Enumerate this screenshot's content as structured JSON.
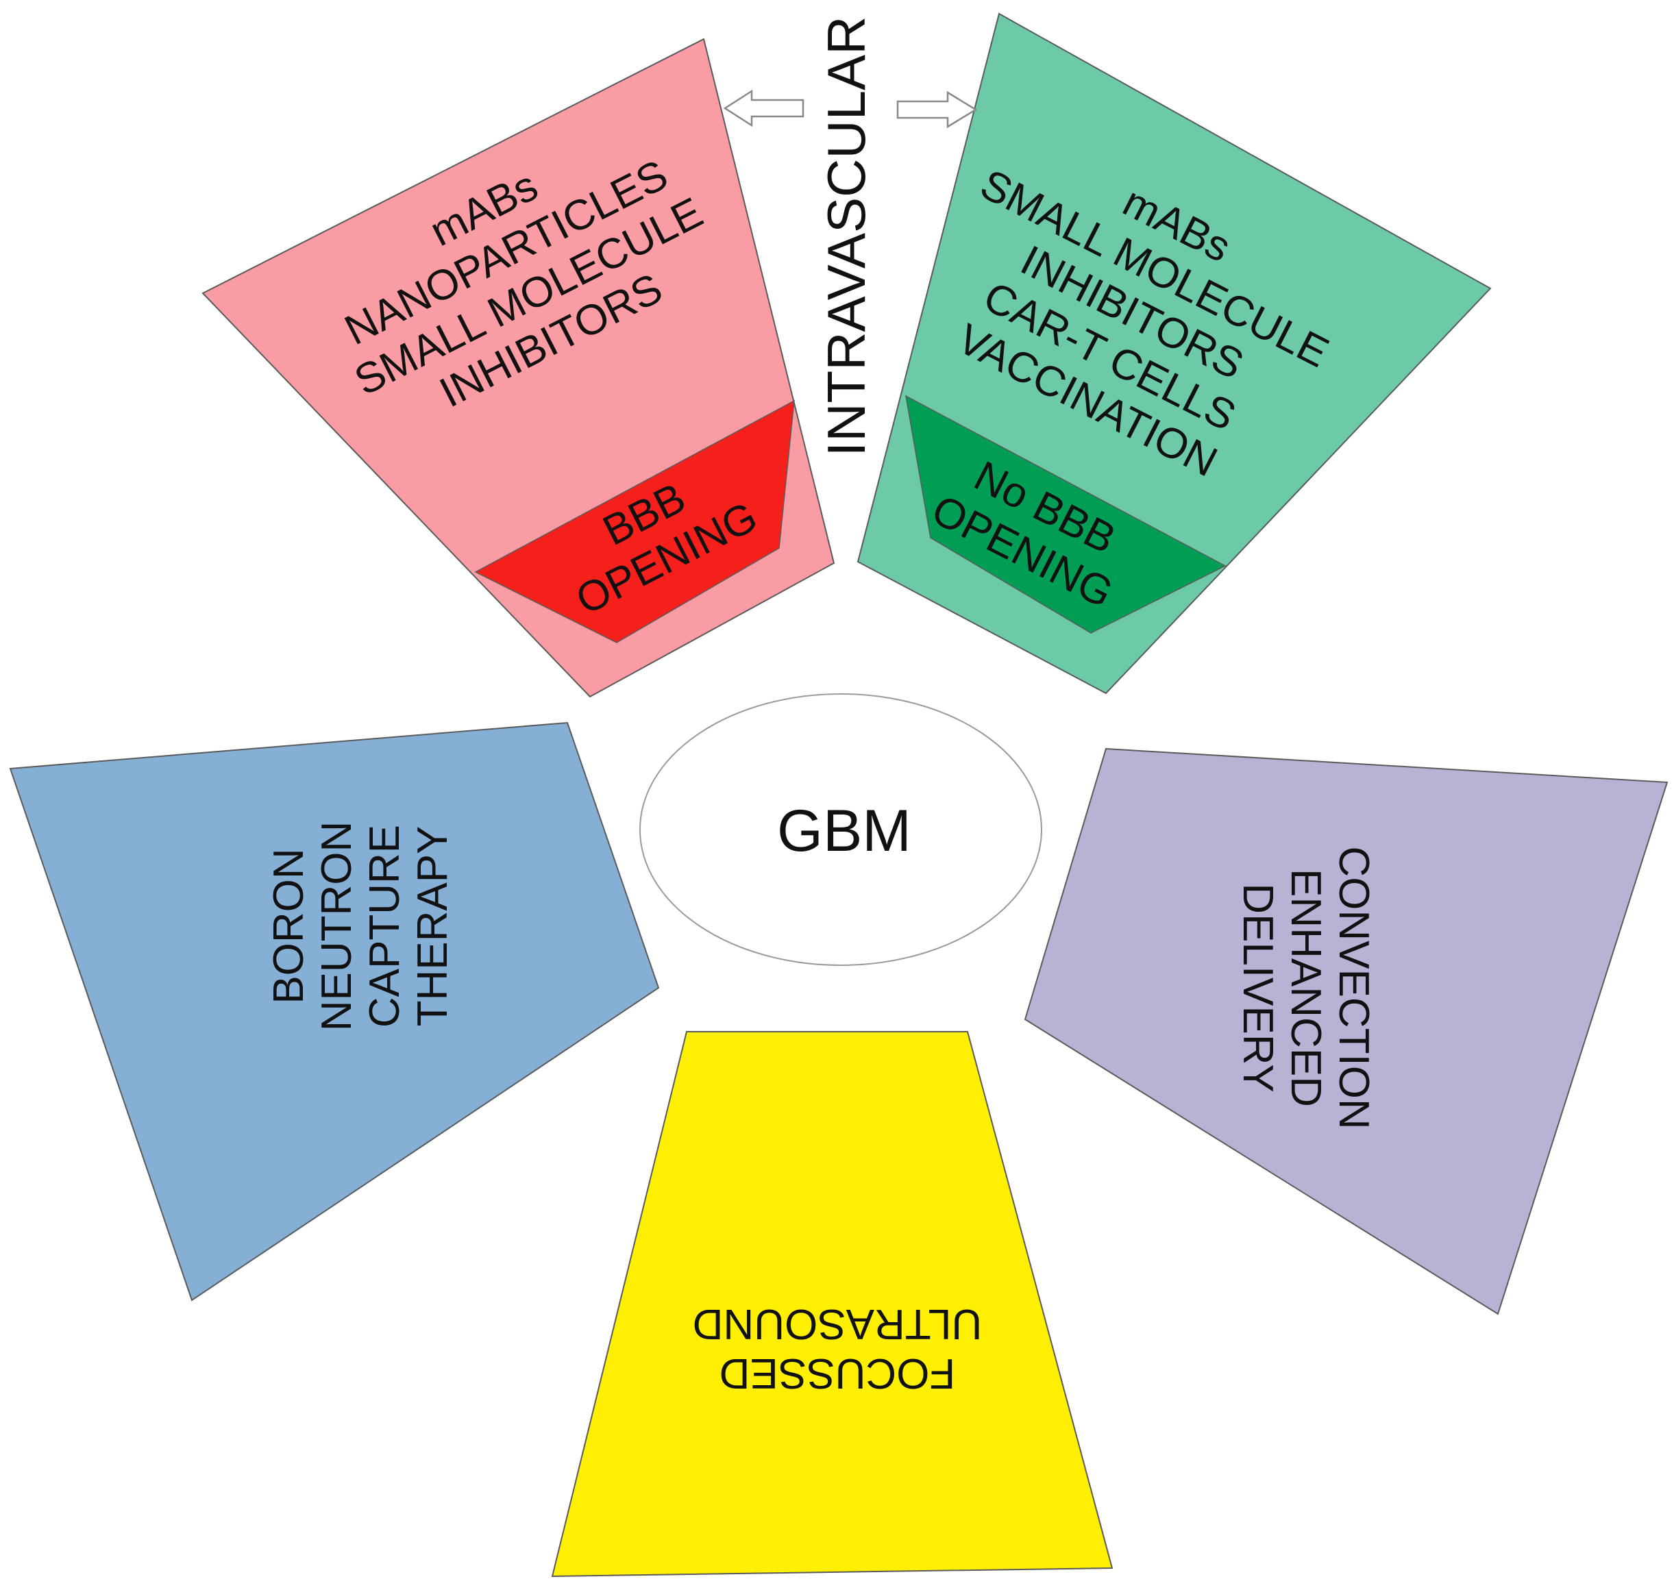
{
  "center": {
    "label": "GBM"
  },
  "intravascular": {
    "label": "INTRAVASCULAR"
  },
  "panels": {
    "bbb_opening": {
      "lines": [
        "mABs",
        "NANOPARTICLES",
        "SMALL MOLECULE",
        "INHIBITORS"
      ],
      "tab_lines": [
        "BBB",
        "OPENING"
      ],
      "color": "#f99ca3",
      "tab_color": "#f5201b"
    },
    "no_bbb_opening": {
      "lines": [
        "mABs",
        "SMALL MOLECULE",
        "INHIBITORS",
        "CAR-T CELLS",
        "VACCINATION"
      ],
      "tab_lines": [
        "No BBB",
        "OPENING"
      ],
      "color": "#6ccaa6",
      "tab_color": "#009e55"
    },
    "bnct": {
      "lines": [
        "BORON",
        "NEUTRON",
        "CAPTURE",
        "THERAPY"
      ],
      "color": "#86afd6"
    },
    "ced": {
      "lines": [
        "CONVECTION",
        "ENHANCED",
        "DELIVERY"
      ],
      "color": "#b8b2d5"
    },
    "fus": {
      "lines": [
        "FOCUSSED",
        "ULTRASOUND"
      ],
      "color": "#ffef00"
    }
  },
  "stroke_color": "#5a5a5a"
}
